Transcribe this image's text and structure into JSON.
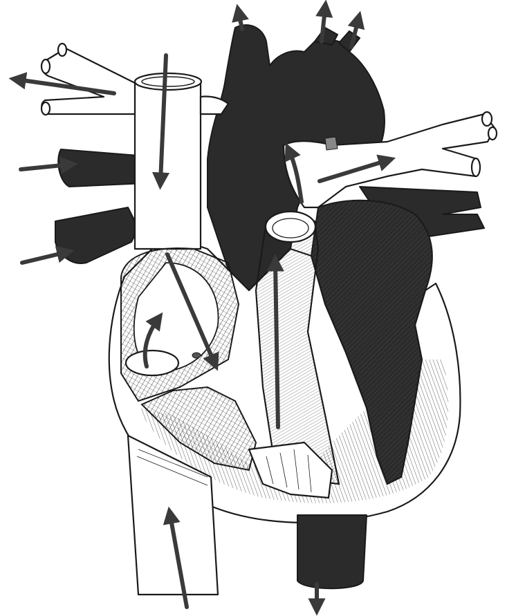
{
  "figure": {
    "subject": "heart-cross-section",
    "style": "black-and-white line engraving",
    "colors": {
      "background": "#ffffff",
      "ink": "#1a1a1a",
      "deoxygenated_vessels": "#2b2b2b",
      "flow_arrow": "#3a3a3a"
    }
  },
  "flow_arrows": [
    {
      "name": "svc-inflow-arrow",
      "direction": "down"
    },
    {
      "name": "ivc-inflow-arrow",
      "direction": "up"
    },
    {
      "name": "right-atrium-to-ventricle-arrow",
      "direction": "down-right"
    },
    {
      "name": "right-atrium-curl-arrow",
      "direction": "up"
    },
    {
      "name": "right-ventricle-outflow-arrow",
      "direction": "up"
    },
    {
      "name": "pulmonary-artery-left-arrow",
      "direction": "right"
    },
    {
      "name": "pulmonary-artery-up-arrow",
      "direction": "up"
    },
    {
      "name": "brachiocephalic-outflow-arrow",
      "direction": "left"
    },
    {
      "name": "pulmonary-vein-left-upper-arrow",
      "direction": "right"
    },
    {
      "name": "pulmonary-vein-left-lower-arrow",
      "direction": "right"
    },
    {
      "name": "aortic-arch-arrow-1",
      "direction": "up"
    },
    {
      "name": "aortic-arch-arrow-2",
      "direction": "up"
    },
    {
      "name": "aortic-arch-arrow-3",
      "direction": "up"
    },
    {
      "name": "descending-outflow-arrow",
      "direction": "down"
    }
  ]
}
